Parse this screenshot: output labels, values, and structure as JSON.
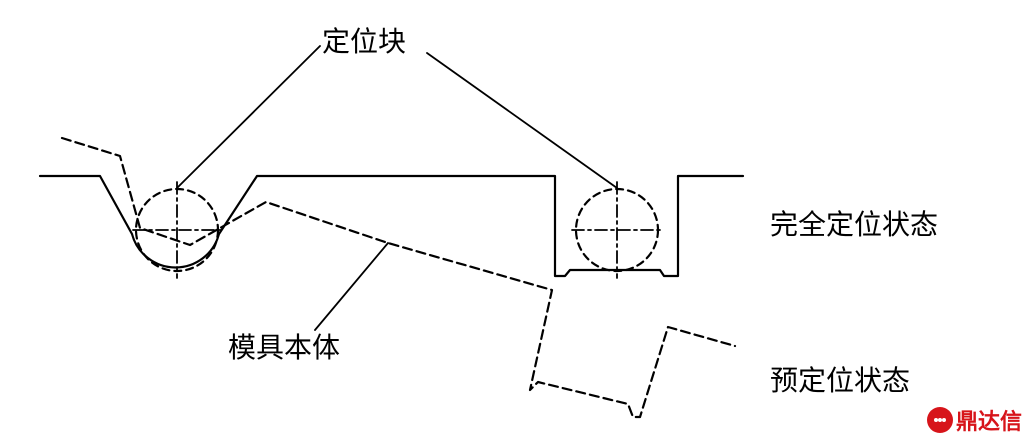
{
  "labels": {
    "locating_block": "定位块",
    "mold_body": "模具本体",
    "fully_located_state": "完全定位状态",
    "pre_located_state": "预定位状态"
  },
  "watermark": {
    "text": "鼎达信",
    "icon": "chat-bubble-logo-icon",
    "color": "#d7141a"
  },
  "colors": {
    "line": "#000000",
    "background": "#ffffff"
  }
}
